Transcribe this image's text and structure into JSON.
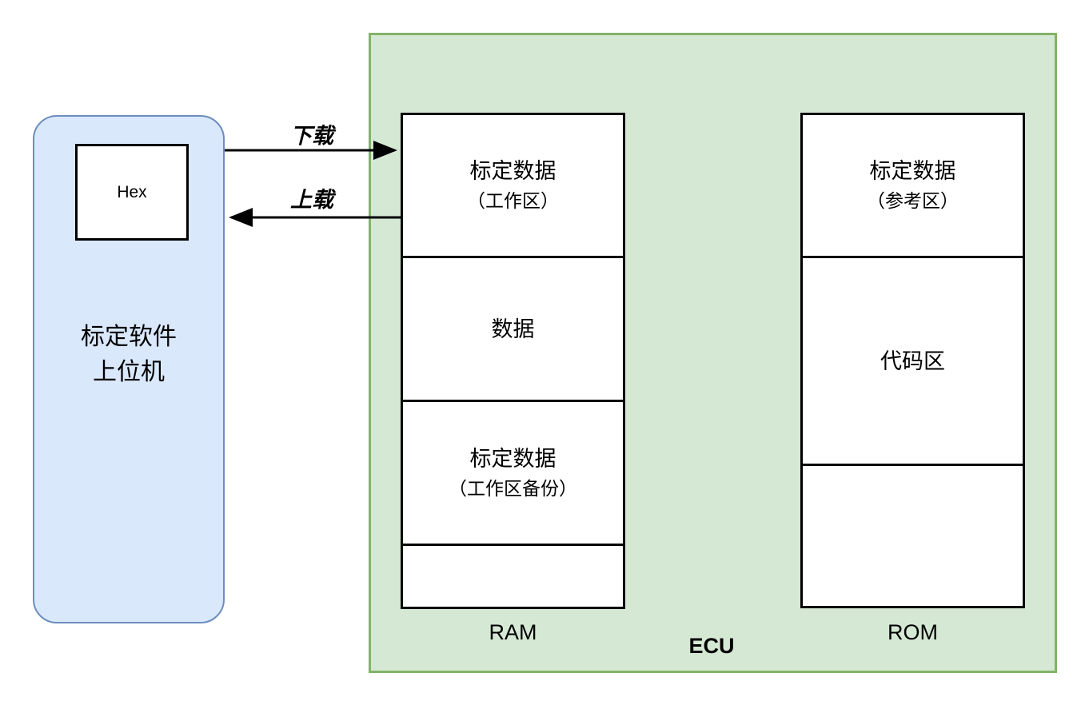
{
  "diagram": {
    "title_labels": {
      "ecu": "ECU",
      "ram": "RAM",
      "rom": "ROM"
    },
    "host": {
      "inner_box_label": "Hex",
      "label": "标定软件\n上位机",
      "fill_color": "#dae8fc",
      "border_color": "#6c8ebf"
    },
    "ecu": {
      "fill_color": "#d5e8d4",
      "border_color": "#82b366"
    },
    "arrows": [
      {
        "label": "下载",
        "direction": "right"
      },
      {
        "label": "上载",
        "direction": "left"
      }
    ],
    "ram_cells": [
      {
        "line1": "标定数据",
        "line2": "（工作区）"
      },
      {
        "line1": "数据",
        "line2": ""
      },
      {
        "line1": "标定数据",
        "line2": "（工作区备份）"
      },
      {
        "line1": "",
        "line2": ""
      }
    ],
    "rom_cells": [
      {
        "line1": "标定数据",
        "line2": "（参考区）"
      },
      {
        "line1": "代码区",
        "line2": ""
      },
      {
        "line1": "",
        "line2": ""
      }
    ]
  }
}
